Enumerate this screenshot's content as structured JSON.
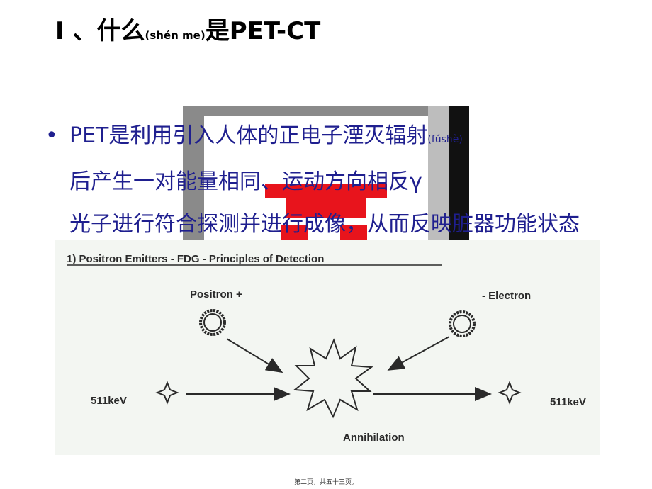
{
  "title": {
    "main": "I 、什么",
    "pinyin": "(shén me)",
    "tail": "是PET-CT"
  },
  "bullet": {
    "line1": "PET是利用引入人体的正电子湮灭辐射",
    "line1_pinyin": "(fúshè)",
    "line2": "后产生一对能量相同、运动方向相反γ",
    "line3": "光子进行符合探测并进行成像，从而反映脏器功能状态"
  },
  "diagram": {
    "heading": "1) Positron Emitters - FDG - Principles of Detection",
    "positron_label": "Positron +",
    "electron_label": "- Electron",
    "left_energy": "511keV",
    "right_energy": "511keV",
    "annihilation_label": "Annihilation"
  },
  "footer": "第二页，共五十三页。",
  "colors": {
    "bullet_text": "#1f1f8f",
    "gantry_gray": "#8a8a8a",
    "gantry_red": "#e8141c",
    "diagram_bg": "#f3f6f2",
    "diagram_ink": "#2a2a2a"
  }
}
